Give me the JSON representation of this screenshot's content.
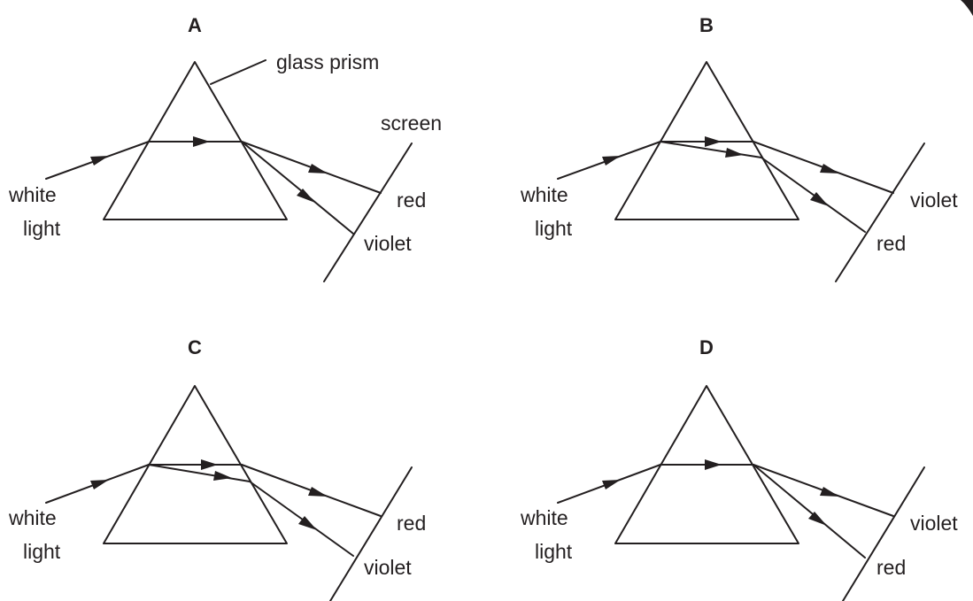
{
  "options": [
    {
      "letter": "A",
      "white_label_line1": "white",
      "white_label_line2": "light",
      "screen_label_top": "red",
      "screen_label_bottom": "violet",
      "prism_label": "glass prism",
      "screen_label": "screen"
    },
    {
      "letter": "B",
      "white_label_line1": "white",
      "white_label_line2": "light",
      "screen_label_top": "violet",
      "screen_label_bottom": "red"
    },
    {
      "letter": "C",
      "white_label_line1": "white",
      "white_label_line2": "light",
      "screen_label_top": "red",
      "screen_label_bottom": "violet"
    },
    {
      "letter": "D",
      "white_label_line1": "white",
      "white_label_line2": "light",
      "screen_label_top": "violet",
      "screen_label_bottom": "red"
    }
  ]
}
